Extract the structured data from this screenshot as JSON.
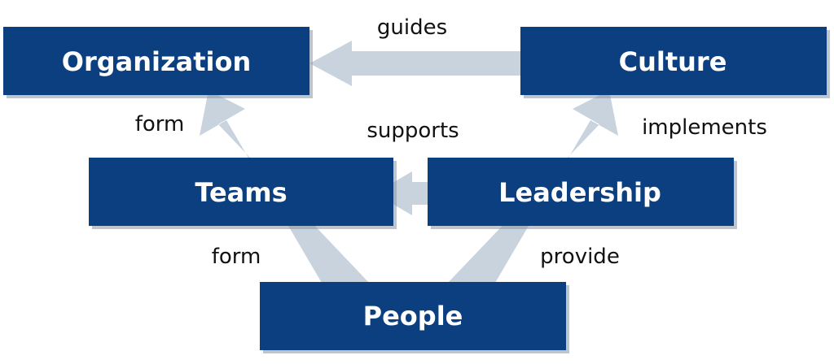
{
  "nodes": {
    "organization": "Organization",
    "culture": "Culture",
    "teams": "Teams",
    "leadership": "Leadership",
    "people": "People"
  },
  "edges": {
    "guides": "guides",
    "supports": "supports",
    "form_teams_org": "form",
    "implements": "implements",
    "form_people_teams": "form",
    "provide": "provide"
  },
  "colors": {
    "box": "#0b3f80",
    "arrow": "#c9d3de",
    "box_text": "#ffffff",
    "label_text": "#111111"
  }
}
